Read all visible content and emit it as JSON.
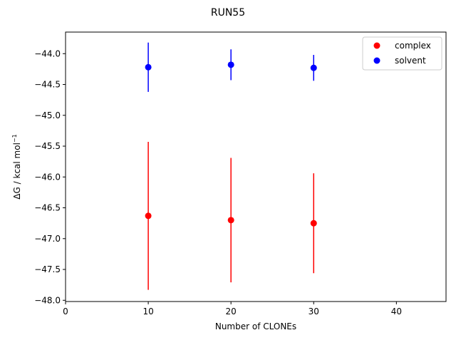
{
  "chart_data": {
    "type": "scatter",
    "title": "RUN55",
    "xlabel": "Number of CLONEs",
    "ylabel_main": "ΔG / kcal mol",
    "ylabel_sup": "−1",
    "xlim": [
      0,
      46
    ],
    "ylim": [
      -48.02,
      -43.65
    ],
    "xticks": [
      0,
      10,
      20,
      30,
      40
    ],
    "yticks": [
      -48.0,
      -47.5,
      -47.0,
      -46.5,
      -46.0,
      -45.5,
      -45.0,
      -44.5,
      -44.0
    ],
    "xtick_labels": [
      "0",
      "10",
      "20",
      "30",
      "40"
    ],
    "ytick_labels": [
      "−48.0",
      "−47.5",
      "−47.0",
      "−46.5",
      "−46.0",
      "−45.5",
      "−45.0",
      "−44.5",
      "−44.0"
    ],
    "grid": false,
    "legend_position": "top-right",
    "series": [
      {
        "name": "complex",
        "color": "#ff0000",
        "x": [
          10,
          20,
          30
        ],
        "y": [
          -46.63,
          -46.7,
          -46.75
        ],
        "err": [
          1.2,
          1.01,
          0.81
        ]
      },
      {
        "name": "solvent",
        "color": "#0000ff",
        "x": [
          10,
          20,
          30
        ],
        "y": [
          -44.22,
          -44.18,
          -44.23
        ],
        "err": [
          0.4,
          0.25,
          0.21
        ]
      }
    ]
  }
}
